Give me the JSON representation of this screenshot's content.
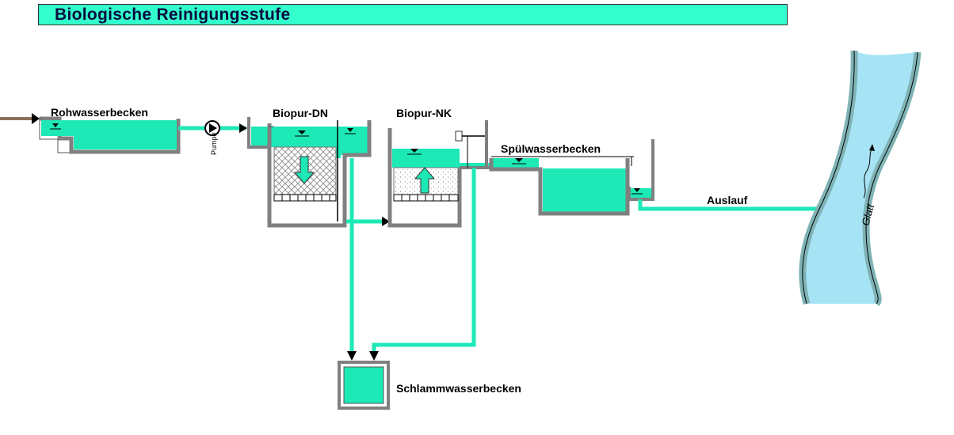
{
  "title": "Biologische Reinigungsstufe",
  "labels": {
    "rohwasserbecken": "Rohwasserbecken",
    "biopur_dn": "Biopur-DN",
    "biopur_nk": "Biopur-NK",
    "spuelwasserbecken": "Spülwasserbecken",
    "schlammwasserbecken": "Schlammwasserbecken",
    "auslauf": "Auslauf",
    "pumpe": "Pumpe",
    "glatt": "Glatt"
  },
  "colors": {
    "accent": "#33ffcc",
    "water": "#1de9b6",
    "river": "#a6e3f5",
    "riverbank": "#7fb3b5",
    "tank_wall": "#808080",
    "inlet_pipe": "#8b6f5c"
  }
}
